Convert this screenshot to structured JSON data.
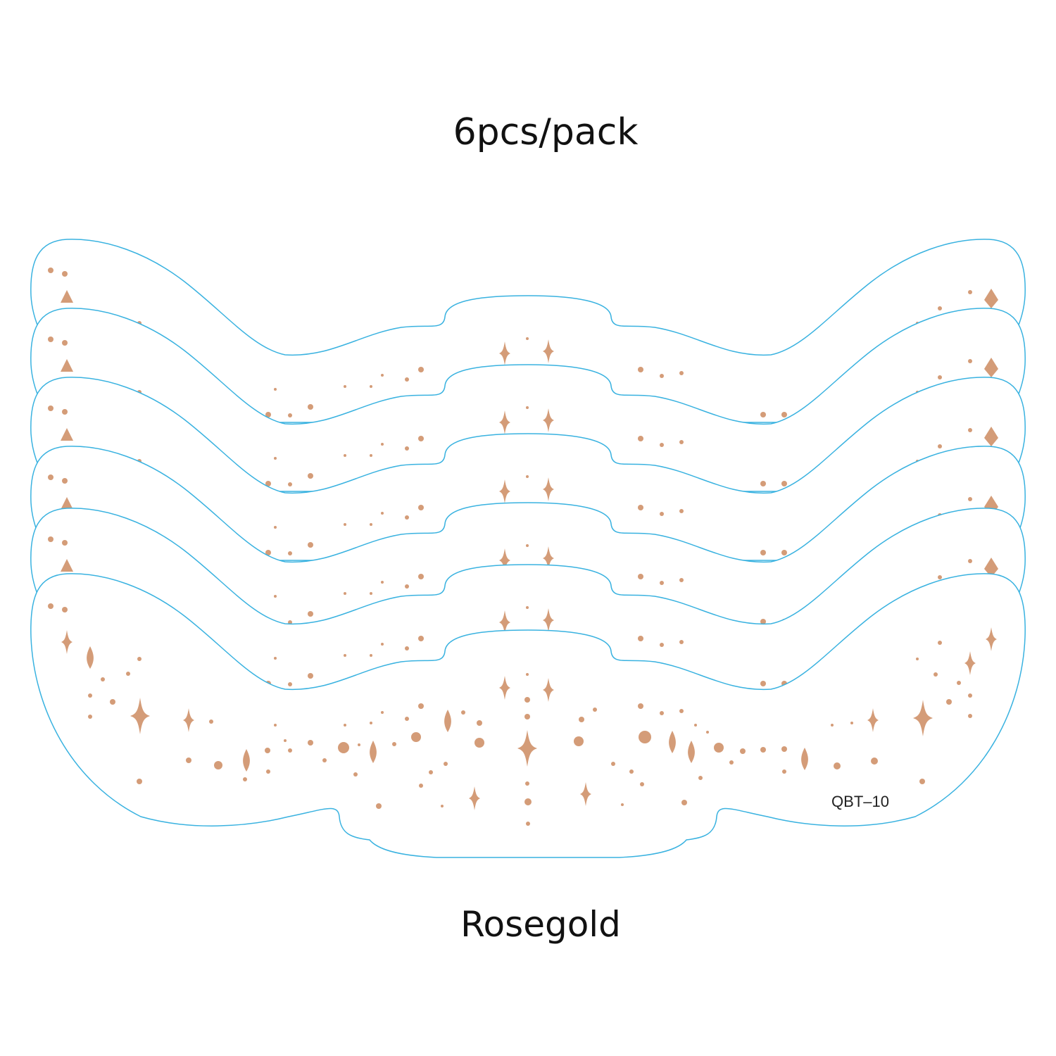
{
  "pack_text": "6pcs/pack",
  "color_text": "Rosegold",
  "model_code": "QBT–10",
  "sticker_count": 6,
  "colors": {
    "outline": "#39b2e0",
    "decor": "#d49c78",
    "text": "#111111",
    "background": "#ffffff"
  }
}
